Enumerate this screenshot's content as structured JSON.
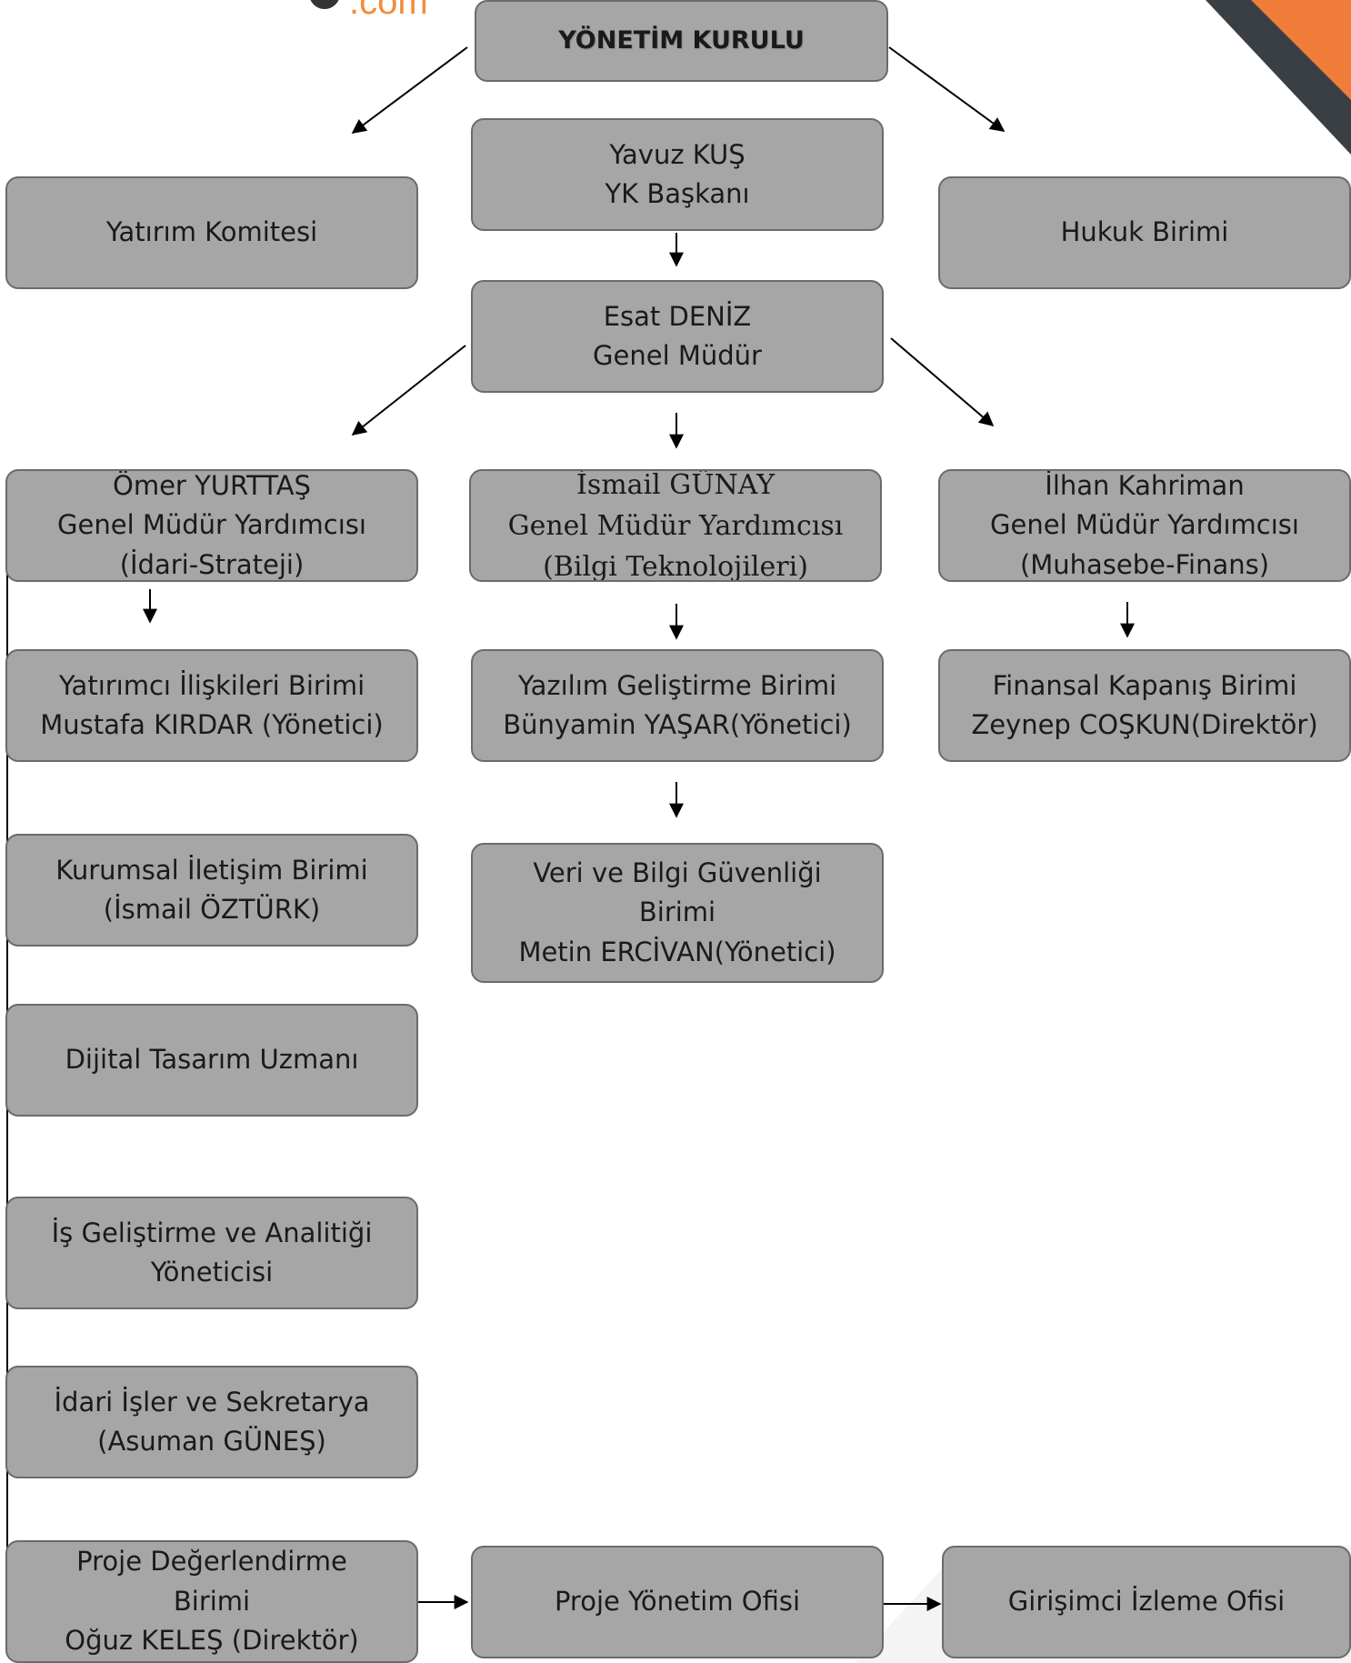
{
  "logo": {
    "text": ".com"
  },
  "nodes": {
    "board": {
      "lines": [
        "YÖNETİM KURULU"
      ]
    },
    "chairman": {
      "lines": [
        "Yavuz KUŞ",
        "YK Başkanı"
      ]
    },
    "investment_committee": {
      "lines": [
        "Yatırım Komitesi"
      ]
    },
    "legal_unit": {
      "lines": [
        "Hukuk Birimi"
      ]
    },
    "general_manager": {
      "lines": [
        "Esat DENİZ",
        "Genel Müdür"
      ]
    },
    "gmy_admin": {
      "lines": [
        "Ömer YURTTAŞ",
        "Genel Müdür Yardımcısı",
        "(İdari-Strateji)"
      ]
    },
    "gmy_it": {
      "lines": [
        "İsmail GÜNAY",
        "Genel Müdür Yardımcısı",
        "(Bilgi Teknolojileri)"
      ]
    },
    "gmy_finance": {
      "lines": [
        "İlhan Kahriman",
        "Genel Müdür Yardımcısı",
        "(Muhasebe-Finans)"
      ]
    },
    "investor_relations": {
      "lines": [
        "Yatırımcı İlişkileri Birimi",
        "Mustafa KIRDAR (Yönetici)"
      ]
    },
    "software_dev": {
      "lines": [
        "Yazılım Geliştirme Birimi",
        "Bünyamin YAŞAR(Yönetici)"
      ]
    },
    "financial_closing": {
      "lines": [
        "Finansal Kapanış Birimi",
        "Zeynep COŞKUN(Direktör)"
      ]
    },
    "corporate_comm": {
      "lines": [
        "Kurumsal İletişim Birimi",
        "(İsmail ÖZTÜRK)"
      ]
    },
    "data_security": {
      "lines": [
        "Veri ve Bilgi Güvenliği",
        "Birimi",
        "Metin ERCİVAN(Yönetici)"
      ]
    },
    "digital_design": {
      "lines": [
        "Dijital Tasarım Uzmanı"
      ]
    },
    "business_dev": {
      "lines": [
        "İş Geliştirme ve Analitiği",
        "Yöneticisi"
      ]
    },
    "admin_affairs": {
      "lines": [
        "İdari İşler ve Sekretarya",
        "(Asuman GÜNEŞ)"
      ]
    },
    "project_eval": {
      "lines": [
        "Proje Değerlendirme",
        "Birimi",
        "Oğuz KELEŞ (Direktör)"
      ]
    },
    "pmo": {
      "lines": [
        "Proje Yönetim Ofisi"
      ]
    },
    "entrepreneur_office": {
      "lines": [
        "Girişimci İzleme Ofisi"
      ]
    }
  },
  "colors": {
    "box_fill": "#a6a6a6",
    "box_border": "#6b6b6b",
    "text": "#1a1a1a",
    "connector": "#000000",
    "accent_orange": "#f07c3a",
    "accent_dark": "#3a3f43"
  }
}
